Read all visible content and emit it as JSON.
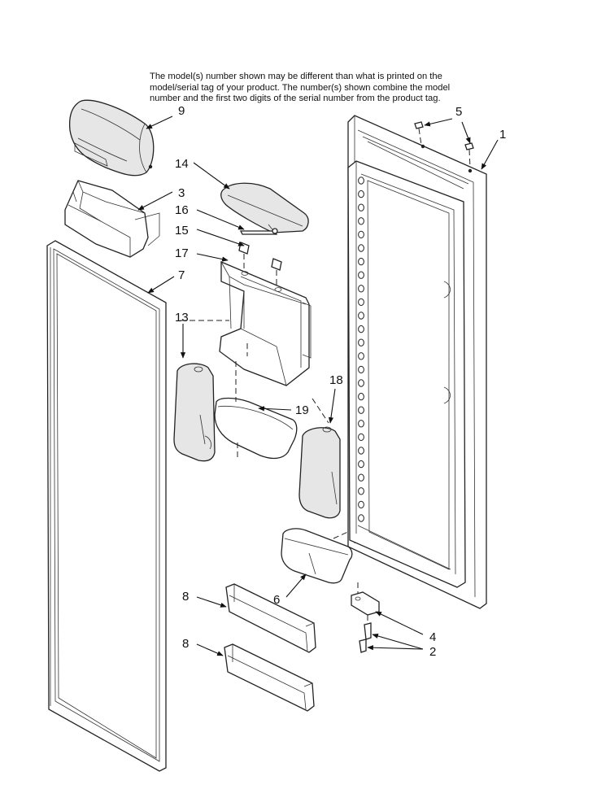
{
  "note": {
    "line1": "The model(s) number shown may be different than what is printed on the",
    "line2": "model/serial tag of your product. The number(s) shown combine the model",
    "line3": "number and the first two digits of the serial number from the product tag."
  },
  "callouts": {
    "c1": "1",
    "c2": "2",
    "c3": "3",
    "c4": "4",
    "c5": "5",
    "c6": "6",
    "c7": "7",
    "c8a": "8",
    "c8b": "8",
    "c9": "9",
    "c13": "13",
    "c14": "14",
    "c15": "15",
    "c16": "16",
    "c17": "17",
    "c18": "18",
    "c19": "19"
  }
}
